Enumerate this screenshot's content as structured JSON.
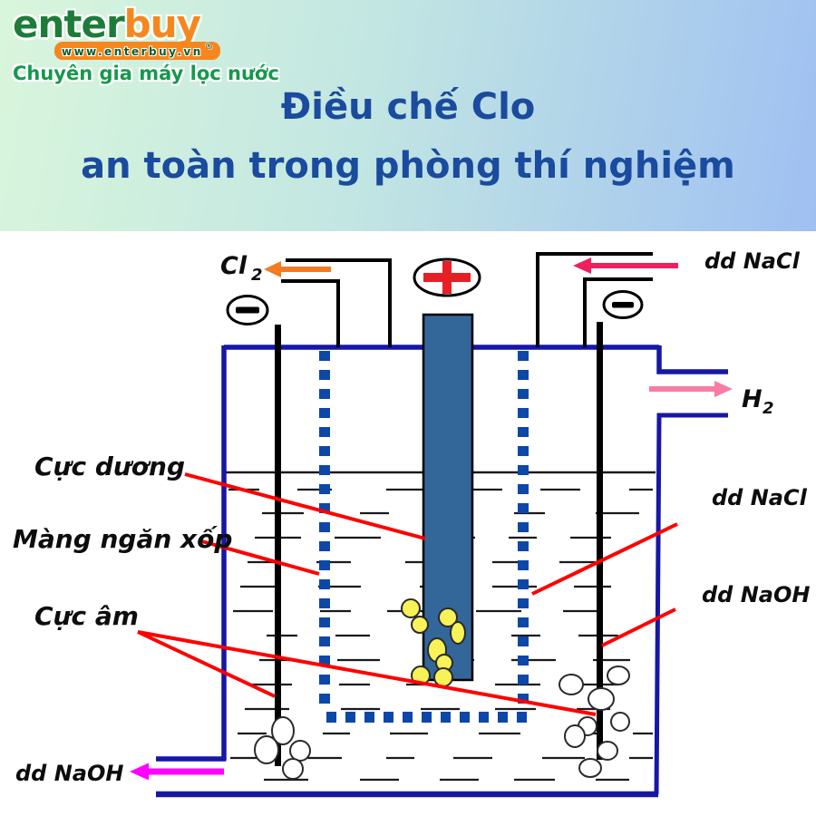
{
  "colors": {
    "background_gradient_left": "#d9f6dc",
    "background_gradient_right": "#9fc0f2",
    "title_navy": "#1a4b9e",
    "logo_green": "#1e7c3a",
    "logo_orange": "#f6871f",
    "tagline_green": "#14994c",
    "vessel_blue": "#1717a5",
    "membrane_blue": "#0d47a8",
    "electrode_fill": "#336699",
    "electrode_outline": "#000000",
    "plus_red": "#e81e25",
    "pointer_red": "#ff0000",
    "arrow_orange": "#f47b20",
    "arrow_pink_deep": "#ee2060",
    "arrow_pink_light": "#f87ca4",
    "arrow_magenta": "#ff00ff",
    "bubble_yellow": "#f7f257",
    "bubble_white": "#ffffff",
    "wire_black": "#000000"
  },
  "header": {
    "logo": {
      "brand_green": "enter",
      "brand_orange": "buy",
      "url": "www.enterbuy.vn",
      "registered": "®",
      "tagline": "Chuyên gia máy lọc nước"
    },
    "title_line1": "Điều chế Clo",
    "title_line2": "an toàn trong phòng thí nghiệm"
  },
  "diagram": {
    "labels": {
      "cl2": {
        "text": "Cl",
        "sub": "2"
      },
      "h2": {
        "text": "H",
        "sub": "2"
      },
      "dd_nacl_top": "dd NaCl",
      "dd_nacl_right": "dd NaCl",
      "dd_naoh_right": "dd NaOH",
      "dd_naoh_bottom": "dd NaOH",
      "cuc_duong": "Cực dương",
      "mang_ngan_xop": "Màng ngăn xốp",
      "cuc_am": "Cực âm",
      "positive_symbol": "+",
      "negative_symbol": "−"
    },
    "bubbles": {
      "chlorine_yellow": [
        [
          453,
          416,
          10,
          10
        ],
        [
          463,
          434,
          9,
          9
        ],
        [
          494,
          426,
          10,
          10
        ],
        [
          505,
          443,
          8,
          12
        ],
        [
          482,
          462,
          10,
          13
        ],
        [
          490,
          476,
          9,
          9
        ],
        [
          464,
          490,
          10,
          10
        ],
        [
          489,
          492,
          10,
          10
        ]
      ],
      "hydrogen_white_left": [
        [
          312,
          551,
          12,
          15
        ],
        [
          294,
          572,
          13,
          15
        ],
        [
          331,
          573,
          11,
          11
        ],
        [
          323,
          593,
          11,
          11
        ]
      ],
      "hydrogen_white_right": [
        [
          630,
          500,
          13,
          11
        ],
        [
          682,
          490,
          12,
          10
        ],
        [
          663,
          516,
          14,
          12
        ],
        [
          648,
          546,
          10,
          10
        ],
        [
          634,
          557,
          11,
          12
        ],
        [
          684,
          541,
          10,
          10
        ],
        [
          670,
          573,
          11,
          10
        ],
        [
          651,
          592,
          12,
          10
        ]
      ]
    }
  }
}
